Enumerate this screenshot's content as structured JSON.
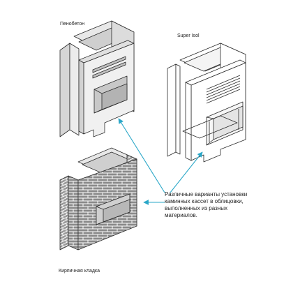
{
  "labels": {
    "penobeton": "Пенобетон",
    "super_isol": "Super Isol",
    "brick": "Кирпичная кладка"
  },
  "caption": {
    "lines": [
      "Различные варианты установки",
      "каминных кассет в облицовки,",
      "выполненных из разных",
      "материалов."
    ]
  },
  "colors": {
    "stroke": "#2a2a2a",
    "foam_face": "#e6e6e6",
    "foam_side": "#d9d9d9",
    "opening": "#cfcfcf",
    "brick_mortar": "#ffffff",
    "brick": "#7a7a7a",
    "arrow": "#2aa7c8"
  }
}
